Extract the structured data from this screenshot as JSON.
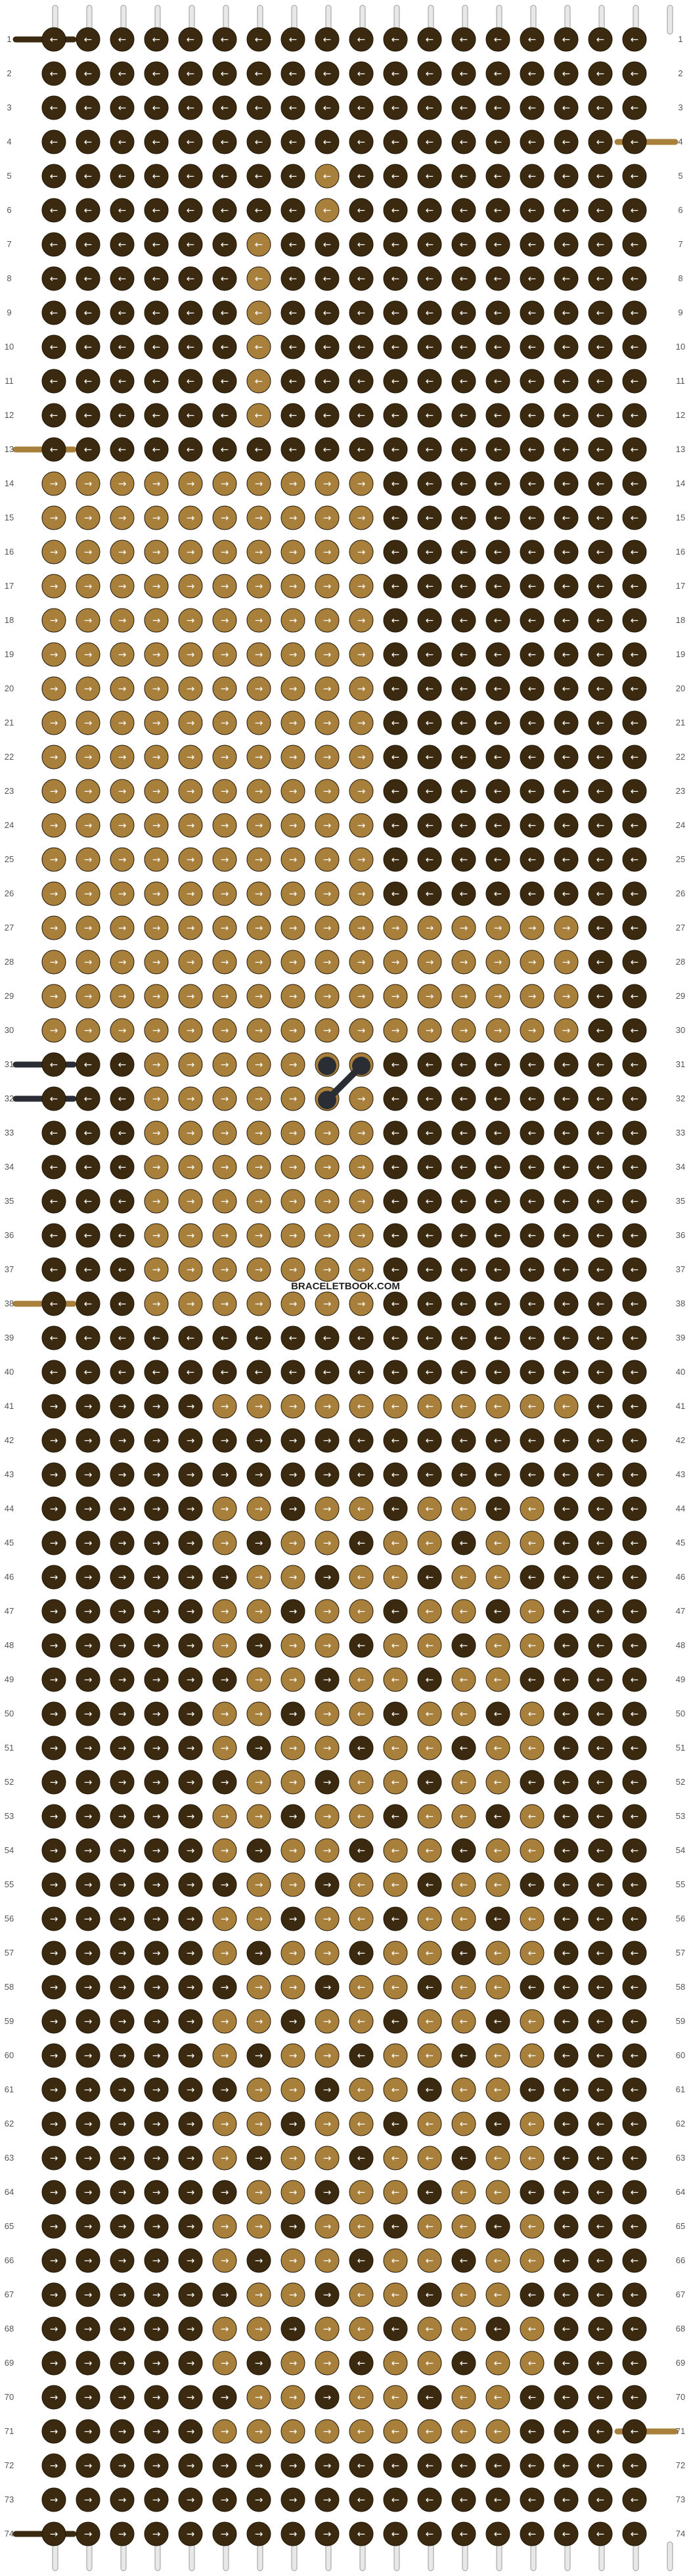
{
  "watermark": "BRACELETBOOK.COM",
  "pattern": {
    "rows": 74,
    "columns": 18,
    "row_numbers": [
      "1",
      "2",
      "3",
      "4",
      "5",
      "6",
      "7",
      "8",
      "9",
      "10",
      "11",
      "12",
      "13",
      "14",
      "15",
      "16",
      "17",
      "18",
      "19",
      "20",
      "21",
      "22",
      "23",
      "24",
      "25",
      "26",
      "27",
      "28",
      "29",
      "30",
      "31",
      "32",
      "33",
      "34",
      "35",
      "36",
      "37",
      "38",
      "39",
      "40",
      "41",
      "42",
      "43",
      "44",
      "45",
      "46",
      "47",
      "48",
      "49",
      "50",
      "51",
      "52",
      "53",
      "54",
      "55",
      "56",
      "57",
      "58",
      "59",
      "60",
      "61",
      "62",
      "63",
      "64",
      "65",
      "66",
      "67",
      "68",
      "69",
      "70",
      "71",
      "72",
      "73",
      "74"
    ],
    "string_colors": {
      "dark_brown": "#3b2a10",
      "gold": "#a8803c",
      "charcoal": "#2a2d33",
      "string_end": "#e8e8e8"
    },
    "knot_arrows": {
      "forward": "→",
      "backward": "←"
    }
  }
}
